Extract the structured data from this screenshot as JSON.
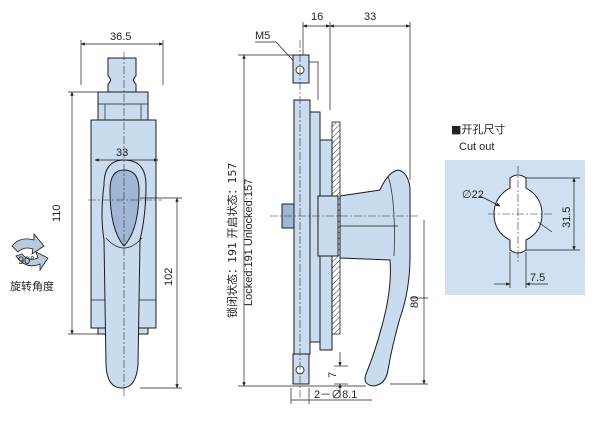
{
  "colors": {
    "part_fill": "#c9dbef",
    "part_dark": "#9fb6d6",
    "outline": "#1c1c1c",
    "cutout_bg": "#cfe0f2"
  },
  "front_view": {
    "dim_width": "36.5",
    "dim_inner_width": "33",
    "dim_height": "110",
    "dim_handle_length": "102",
    "rotation_badge": "90°",
    "rotation_label": "旋转角度"
  },
  "side_view": {
    "dim_thread": "M5",
    "dim_top_offset": "16",
    "dim_top_depth": "33",
    "state_cn": "锁闭状态：191  开启状态：157",
    "state_en": "Locked:191  Unlocked:157",
    "dim_80": "80",
    "dim_7": "7",
    "dim_holes": "2－∅8.1"
  },
  "cutout": {
    "title_cn": "■开孔尺寸",
    "title_en": "Cut out",
    "dim_diameter": "∅22",
    "dim_height": "31.5",
    "dim_width": "7.5"
  }
}
